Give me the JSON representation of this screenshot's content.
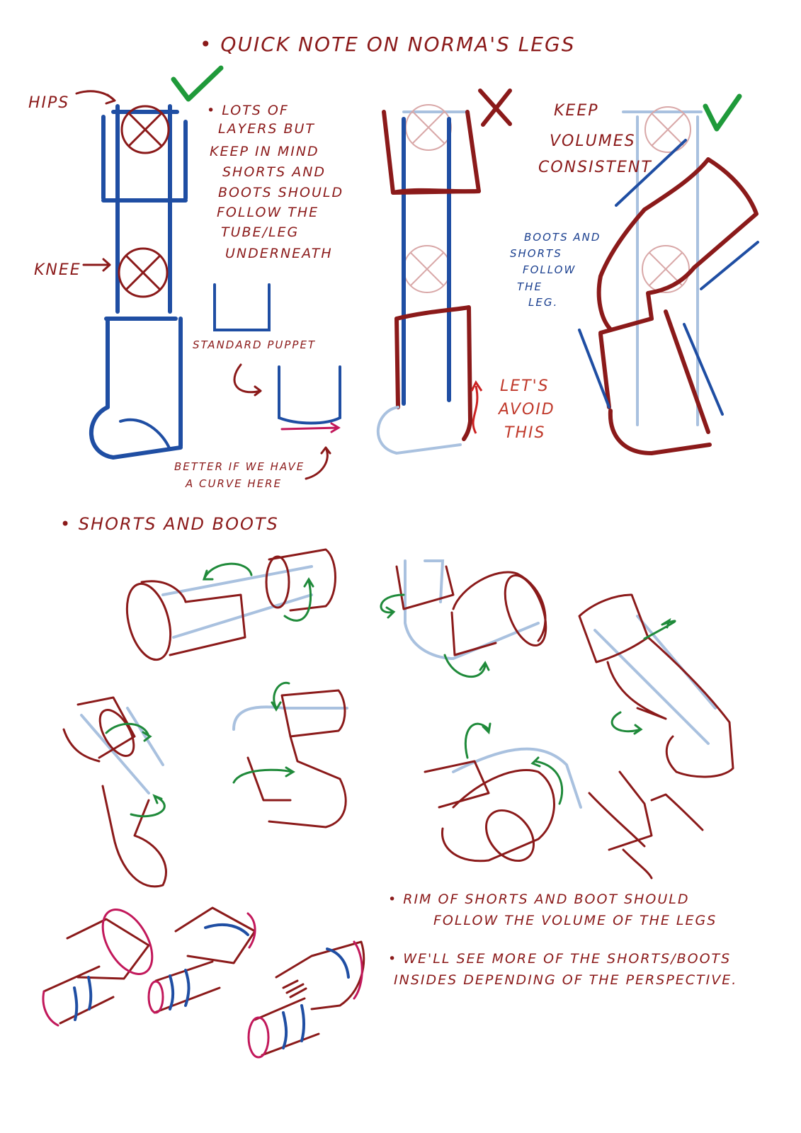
{
  "title": "• Quick note on Norma's legs",
  "labels": {
    "hips": "Hips",
    "knee": "Knee",
    "note_layers": [
      "• Lots of",
      "layers but",
      "keep in mind",
      "shorts and",
      "boots should",
      "follow the",
      "tube/leg",
      "underneath"
    ],
    "standard_puppet": "standard puppet",
    "better_curve": [
      "better if we have",
      "a curve here"
    ],
    "lets_avoid": [
      "Let's",
      "avoid",
      "this"
    ],
    "keep_volumes": [
      "Keep",
      "volumes",
      "consistent"
    ],
    "boots_follow": [
      "Boots and",
      "shorts",
      "follow",
      "the",
      "leg."
    ]
  },
  "section2_heading": "• Shorts and boots",
  "notes": {
    "rim": [
      "• Rim of shorts and boot should",
      "follow the volume of the legs"
    ],
    "insides": [
      "• We'll see more of the shorts/boots",
      "insides depending of the perspective."
    ]
  },
  "colors": {
    "ink_red": "#8b1a1a",
    "ink_blue": "#1f4ea3",
    "ink_green": "#1f8a3a",
    "ink_pale_blue": "#a9c1df",
    "ink_magenta": "#c2185b"
  },
  "icons": [
    "checkmark-icon",
    "cross-icon",
    "arrow-icon"
  ]
}
